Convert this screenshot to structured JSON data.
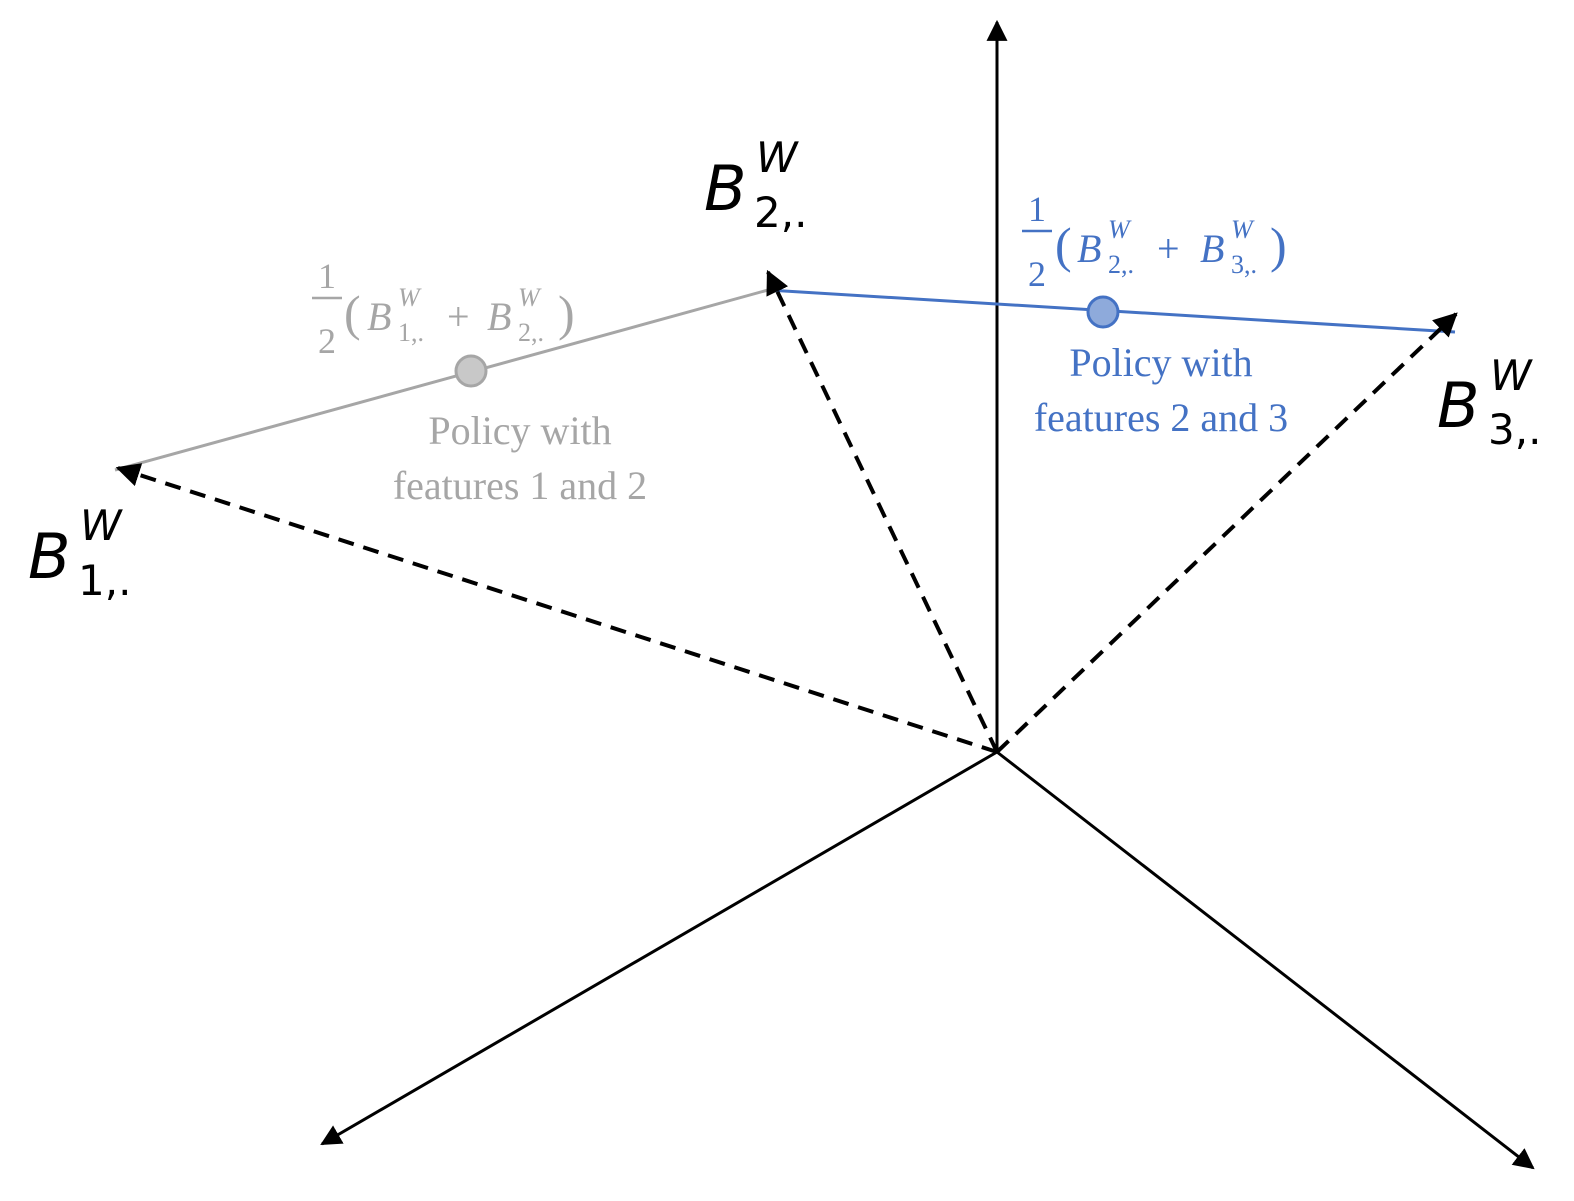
{
  "colors": {
    "axis": "#000000",
    "gray": "#a6a6a6",
    "gray_point_fill": "#c8c8c8",
    "blue": "#4472c4",
    "blue_point_fill": "#8eaadb",
    "text_black": "#000000"
  },
  "vectors": {
    "b1": {
      "base": "B",
      "sup": "W",
      "sub": "1,."
    },
    "b2": {
      "base": "B",
      "sup": "W",
      "sub": "2,."
    },
    "b3": {
      "base": "B",
      "sup": "W",
      "sub": "3,."
    }
  },
  "mixtures": {
    "gray": {
      "frac_num": "1",
      "frac_den": "2",
      "open_paren": "(",
      "close_paren": ")",
      "plus": "+",
      "term1": {
        "base": "B",
        "sup": "W",
        "sub": "1,."
      },
      "term2": {
        "base": "B",
        "sup": "W",
        "sub": "2,."
      },
      "policy_line1": "Policy with",
      "policy_line2": "features 1 and 2"
    },
    "blue": {
      "frac_num": "1",
      "frac_den": "2",
      "open_paren": "(",
      "close_paren": ")",
      "plus": "+",
      "term1": {
        "base": "B",
        "sup": "W",
        "sub": "2,."
      },
      "term2": {
        "base": "B",
        "sup": "W",
        "sub": "3,."
      },
      "policy_line1": "Policy with",
      "policy_line2": "features 2 and 3"
    }
  }
}
